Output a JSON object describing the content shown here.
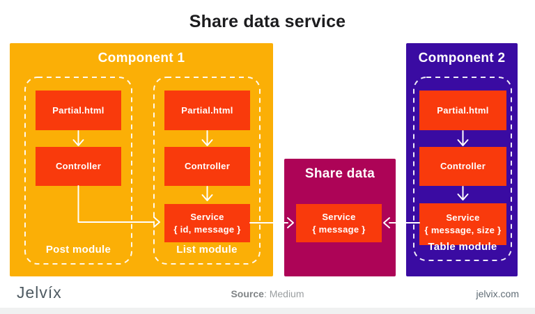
{
  "title": "Share data service",
  "component1": {
    "title": "Component 1",
    "post_module": {
      "label": "Post module",
      "partial": "Partial.html",
      "controller": "Controller"
    },
    "list_module": {
      "label": "List module",
      "partial": "Partial.html",
      "controller": "Controller",
      "service_name": "Service",
      "service_params": "{ id, message }"
    }
  },
  "share_data": {
    "title": "Share data",
    "service_name": "Service",
    "service_params": "{ message }"
  },
  "component2": {
    "title": "Component 2",
    "table_module": {
      "label": "Table module",
      "partial": "Partial.html",
      "controller": "Controller",
      "service_name": "Service",
      "service_params": "{ message, size }"
    }
  },
  "footer": {
    "logo": "Jelvíx",
    "source_label": "Source",
    "source_value": ": Medium",
    "website": "jelvix.com"
  },
  "colors": {
    "component_yellow": "#FBAF06",
    "node_red": "#F93A0C",
    "share_magenta": "#AD0457",
    "component_purple": "#3A0BA2",
    "arrow_white": "#FFFFFF",
    "title_black": "#1C1C1E"
  }
}
